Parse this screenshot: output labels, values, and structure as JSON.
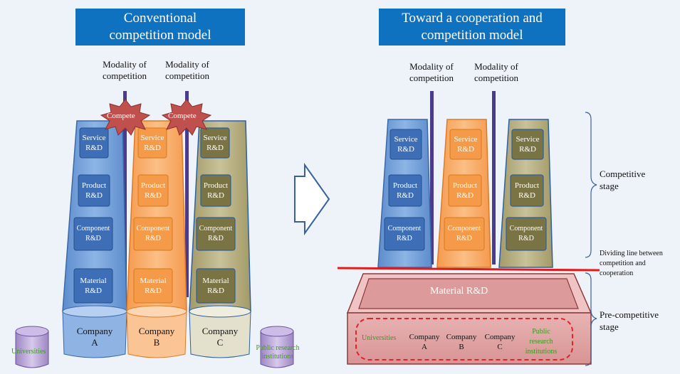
{
  "left_title": [
    "Conventional",
    "competition model"
  ],
  "right_title": [
    "Toward a cooperation and",
    "competition model"
  ],
  "modality": [
    "Modality of",
    "competition"
  ],
  "compete": "Compete",
  "layers": {
    "service": [
      "Service",
      "R&D"
    ],
    "product": [
      "Product",
      "R&D"
    ],
    "component": [
      "Component",
      "R&D"
    ],
    "material": [
      "Material",
      "R&D"
    ]
  },
  "company": "Company",
  "companies": [
    "A",
    "B",
    "C"
  ],
  "universities": "Universities",
  "public": [
    "Public research",
    "institutions"
  ],
  "public_right": [
    "Public",
    "research",
    "institutions"
  ],
  "material_rd": "Material R&D",
  "competitive_stage": [
    "Competitive",
    "stage"
  ],
  "dividing": [
    "Dividing line between",
    "competition and",
    "cooperation"
  ],
  "precompetitive_stage": [
    "Pre-competitive",
    "stage"
  ],
  "colors": {
    "blue": "#6f9fd6",
    "blue_dark": "#2c5fa3",
    "orange": "#f6a663",
    "orange_dark": "#f08a2e",
    "olive": "#b5ad7e",
    "olive_dark": "#7f7748",
    "title": "#0f72c1",
    "red_line": "#e21b1b",
    "burst": "#c0504d"
  }
}
